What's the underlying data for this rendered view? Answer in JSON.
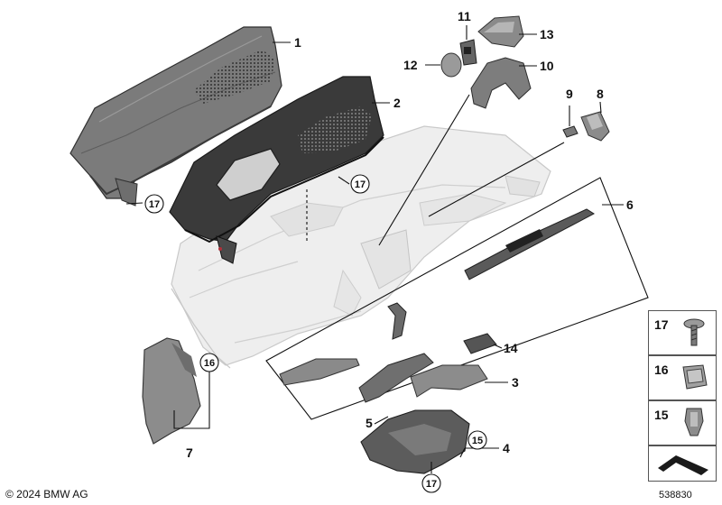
{
  "callouts": {
    "c1": "1",
    "c2": "2",
    "c3": "3",
    "c4": "4",
    "c5": "5",
    "c6": "6",
    "c7": "7",
    "c8": "8",
    "c9": "9",
    "c10": "10",
    "c11": "11",
    "c12": "12",
    "c13": "13",
    "c14": "14",
    "circ15": "15",
    "circ16": "16",
    "circ17a": "17",
    "circ17b": "17",
    "circ17c": "17"
  },
  "legend": {
    "l17": "17",
    "l16": "16",
    "l15": "15"
  },
  "footer": {
    "copyright": "© 2024 BMW AG",
    "diagram_id": "538830"
  }
}
